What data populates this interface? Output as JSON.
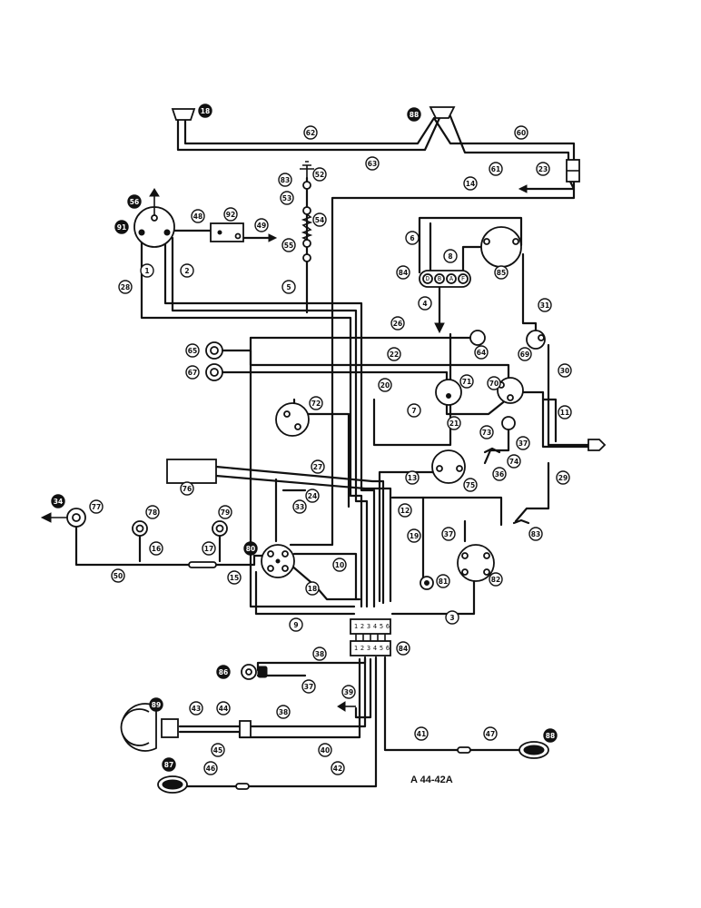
{
  "diagram": {
    "reference": "A 44-42A",
    "connector_terminals": [
      "1",
      "2",
      "3",
      "4",
      "5",
      "6"
    ],
    "regulator_terminals": [
      "D",
      "B",
      "A",
      "F"
    ],
    "callouts": [
      {
        "id": "c18",
        "text": "18",
        "dark": true
      },
      {
        "id": "c62",
        "text": "62",
        "dark": false
      },
      {
        "id": "c63",
        "text": "63",
        "dark": false
      },
      {
        "id": "c88",
        "text": "88",
        "dark": true
      },
      {
        "id": "c60",
        "text": "60",
        "dark": false
      },
      {
        "id": "c61",
        "text": "61",
        "dark": false
      },
      {
        "id": "c23",
        "text": "23",
        "dark": false
      },
      {
        "id": "c14",
        "text": "14",
        "dark": false
      },
      {
        "id": "c83",
        "text": "83",
        "dark": false
      },
      {
        "id": "c52",
        "text": "52",
        "dark": false
      },
      {
        "id": "c53",
        "text": "53",
        "dark": false
      },
      {
        "id": "c54",
        "text": "54",
        "dark": false
      },
      {
        "id": "c55",
        "text": "55",
        "dark": false
      },
      {
        "id": "c5",
        "text": "5",
        "dark": false
      },
      {
        "id": "c56",
        "text": "56",
        "dark": true
      },
      {
        "id": "c48",
        "text": "48",
        "dark": false
      },
      {
        "id": "c92",
        "text": "92",
        "dark": false
      },
      {
        "id": "c49",
        "text": "49",
        "dark": false
      },
      {
        "id": "c91",
        "text": "91",
        "dark": true
      },
      {
        "id": "c1",
        "text": "1",
        "dark": false
      },
      {
        "id": "c2",
        "text": "2",
        "dark": false
      },
      {
        "id": "c28",
        "text": "28",
        "dark": false
      },
      {
        "id": "c6",
        "text": "6",
        "dark": false
      },
      {
        "id": "c8",
        "text": "8",
        "dark": false
      },
      {
        "id": "c84",
        "text": "84",
        "dark": false
      },
      {
        "id": "c85",
        "text": "85",
        "dark": false
      },
      {
        "id": "c4",
        "text": "4",
        "dark": false
      },
      {
        "id": "c31",
        "text": "31",
        "dark": false
      },
      {
        "id": "c26",
        "text": "26",
        "dark": false
      },
      {
        "id": "c64",
        "text": "64",
        "dark": false
      },
      {
        "id": "c69",
        "text": "69",
        "dark": false
      },
      {
        "id": "c65",
        "text": "65",
        "dark": false
      },
      {
        "id": "c67",
        "text": "67",
        "dark": false
      },
      {
        "id": "c22",
        "text": "22",
        "dark": false
      },
      {
        "id": "c20",
        "text": "20",
        "dark": false
      },
      {
        "id": "c71",
        "text": "71",
        "dark": false
      },
      {
        "id": "c70",
        "text": "70",
        "dark": false
      },
      {
        "id": "c30",
        "text": "30",
        "dark": false
      },
      {
        "id": "c11",
        "text": "11",
        "dark": false
      },
      {
        "id": "c72",
        "text": "72",
        "dark": false
      },
      {
        "id": "c7",
        "text": "7",
        "dark": false
      },
      {
        "id": "c21",
        "text": "21",
        "dark": false
      },
      {
        "id": "c73",
        "text": "73",
        "dark": false
      },
      {
        "id": "c37a",
        "text": "37",
        "dark": false
      },
      {
        "id": "c74",
        "text": "74",
        "dark": false
      },
      {
        "id": "c36",
        "text": "36",
        "dark": false
      },
      {
        "id": "c75",
        "text": "75",
        "dark": false
      },
      {
        "id": "c29",
        "text": "29",
        "dark": false
      },
      {
        "id": "c27",
        "text": "27",
        "dark": false
      },
      {
        "id": "c76",
        "text": "76",
        "dark": false
      },
      {
        "id": "c24",
        "text": "24",
        "dark": false
      },
      {
        "id": "c13",
        "text": "13",
        "dark": false
      },
      {
        "id": "c12",
        "text": "12",
        "dark": false
      },
      {
        "id": "c33",
        "text": "33",
        "dark": false
      },
      {
        "id": "c34",
        "text": "34",
        "dark": true
      },
      {
        "id": "c77",
        "text": "77",
        "dark": false
      },
      {
        "id": "c78",
        "text": "78",
        "dark": false
      },
      {
        "id": "c79",
        "text": "79",
        "dark": false
      },
      {
        "id": "c19",
        "text": "19",
        "dark": false
      },
      {
        "id": "c37b",
        "text": "37",
        "dark": false
      },
      {
        "id": "c83b",
        "text": "83",
        "dark": false
      },
      {
        "id": "c80",
        "text": "80",
        "dark": true
      },
      {
        "id": "c16",
        "text": "16",
        "dark": false
      },
      {
        "id": "c17",
        "text": "17",
        "dark": false
      },
      {
        "id": "c10",
        "text": "10",
        "dark": false
      },
      {
        "id": "c15",
        "text": "15",
        "dark": false
      },
      {
        "id": "c18b",
        "text": "18",
        "dark": false
      },
      {
        "id": "c50",
        "text": "50",
        "dark": false
      },
      {
        "id": "c9",
        "text": "9",
        "dark": false
      },
      {
        "id": "c81",
        "text": "81",
        "dark": false
      },
      {
        "id": "c82",
        "text": "82",
        "dark": false
      },
      {
        "id": "c3",
        "text": "3",
        "dark": false
      },
      {
        "id": "c84b",
        "text": "84",
        "dark": false
      },
      {
        "id": "c38",
        "text": "38",
        "dark": false
      },
      {
        "id": "c86",
        "text": "86",
        "dark": true
      },
      {
        "id": "c37c",
        "text": "37",
        "dark": false
      },
      {
        "id": "c39",
        "text": "39",
        "dark": false
      },
      {
        "id": "c89",
        "text": "89",
        "dark": true
      },
      {
        "id": "c43",
        "text": "43",
        "dark": false
      },
      {
        "id": "c44",
        "text": "44",
        "dark": false
      },
      {
        "id": "c38b",
        "text": "38",
        "dark": false
      },
      {
        "id": "c45",
        "text": "45",
        "dark": false
      },
      {
        "id": "c40",
        "text": "40",
        "dark": false
      },
      {
        "id": "c87",
        "text": "87",
        "dark": true
      },
      {
        "id": "c46",
        "text": "46",
        "dark": false
      },
      {
        "id": "c42",
        "text": "42",
        "dark": false
      },
      {
        "id": "c41",
        "text": "41",
        "dark": false
      },
      {
        "id": "c47",
        "text": "47",
        "dark": false
      },
      {
        "id": "c88b",
        "text": "88",
        "dark": true
      }
    ]
  }
}
